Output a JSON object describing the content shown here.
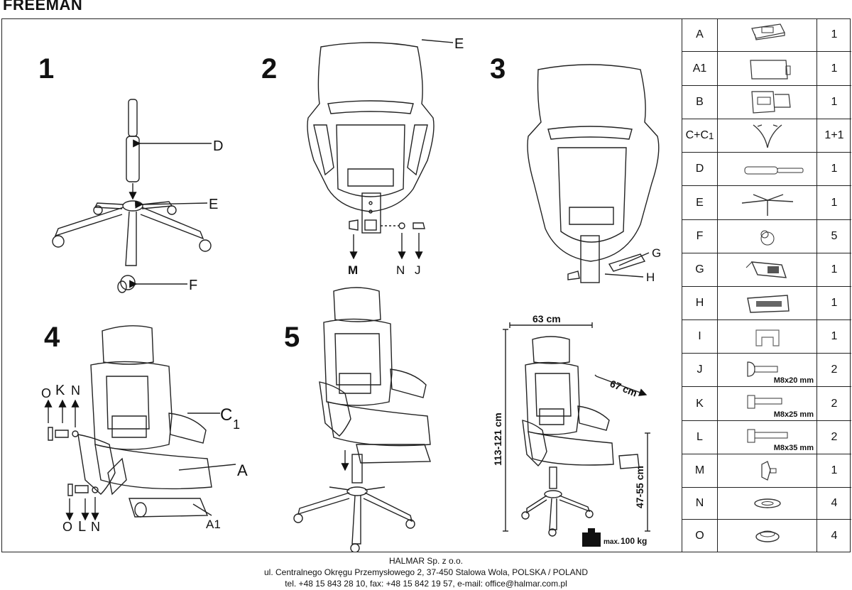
{
  "title": "FREEMAN",
  "steps": {
    "s1": "1",
    "s2": "2",
    "s3": "3",
    "s4": "4",
    "s5": "5"
  },
  "step1_labels": {
    "d": "D",
    "e": "E",
    "f": "F"
  },
  "step2_labels": {
    "e": "E",
    "m": "M",
    "n": "N",
    "j": "J"
  },
  "step3_labels": {
    "g": "G",
    "h": "H"
  },
  "step4_labels": {
    "o_top": "O",
    "k": "K",
    "n_top": "N",
    "c1": "C",
    "c1_sub": "1",
    "a": "A",
    "o_bot": "O",
    "l": "L",
    "n_bot": "N",
    "a1": "A1"
  },
  "dimensions": {
    "width": "63 cm",
    "depth": "67 cm",
    "height": "113-121 cm",
    "seat_height": "47-55 cm",
    "max_load_label": "max.",
    "max_load_value": "100 kg"
  },
  "parts": [
    {
      "code": "A",
      "qty": "1",
      "icon": "seat-cushion-icon"
    },
    {
      "code": "A1",
      "qty": "1",
      "icon": "footrest-icon"
    },
    {
      "code": "B",
      "qty": "1",
      "icon": "backrest-mechanism-icon"
    },
    {
      "code": "C+C",
      "code_sub": "1",
      "qty": "1+1",
      "icon": "armrest-pair-icon"
    },
    {
      "code": "D",
      "qty": "1",
      "icon": "gas-lift-icon"
    },
    {
      "code": "E",
      "qty": "1",
      "icon": "star-base-icon"
    },
    {
      "code": "F",
      "qty": "5",
      "icon": "caster-wheel-icon"
    },
    {
      "code": "G",
      "qty": "1",
      "icon": "tilt-mechanism-icon"
    },
    {
      "code": "H",
      "qty": "1",
      "icon": "bracket-icon"
    },
    {
      "code": "I",
      "qty": "1",
      "icon": "cap-icon"
    },
    {
      "code": "J",
      "qty": "2",
      "icon": "bolt-icon",
      "spec": "M8x20 mm"
    },
    {
      "code": "K",
      "qty": "2",
      "icon": "bolt-icon",
      "spec": "M8x25 mm"
    },
    {
      "code": "L",
      "qty": "2",
      "icon": "bolt-icon",
      "spec": "M8x35 mm"
    },
    {
      "code": "M",
      "qty": "1",
      "icon": "knob-icon"
    },
    {
      "code": "N",
      "qty": "4",
      "icon": "spring-washer-icon"
    },
    {
      "code": "O",
      "qty": "4",
      "icon": "flat-washer-icon"
    }
  ],
  "footer": {
    "company": "HALMAR Sp. z o.o.",
    "address": "ul. Centralnego Okręgu Przemysłowego 2, 37-450 Stalowa Wola, POLSKA / POLAND",
    "contact": "tel. +48 15 843 28 10, fax: +48 15 842 19 57, e-mail: office@halmar.com.pl"
  }
}
